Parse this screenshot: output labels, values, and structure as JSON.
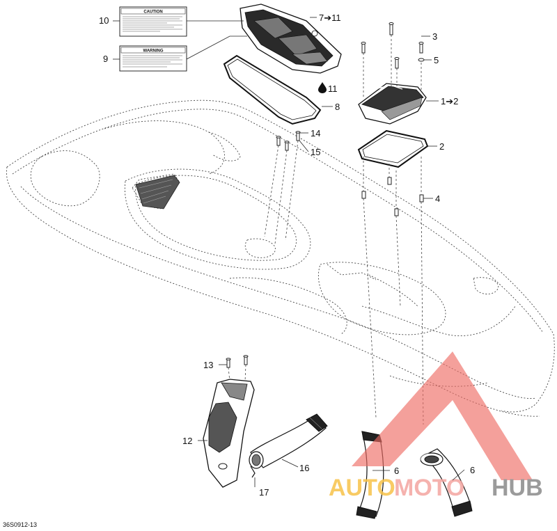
{
  "diagram": {
    "drawing_code": "36S0912-13",
    "callouts": [
      {
        "id": "c10",
        "text": "10"
      },
      {
        "id": "c9",
        "text": "9"
      },
      {
        "id": "c7",
        "text": "7➔11"
      },
      {
        "id": "c11",
        "text": "11"
      },
      {
        "id": "c8",
        "text": "8"
      },
      {
        "id": "c3",
        "text": "3"
      },
      {
        "id": "c5",
        "text": "5"
      },
      {
        "id": "c1",
        "text": "1➔2"
      },
      {
        "id": "c2",
        "text": "2"
      },
      {
        "id": "c4",
        "text": "4"
      },
      {
        "id": "c14",
        "text": "14"
      },
      {
        "id": "c15",
        "text": "15"
      },
      {
        "id": "c13",
        "text": "13"
      },
      {
        "id": "c12",
        "text": "12"
      },
      {
        "id": "c16",
        "text": "16"
      },
      {
        "id": "c17",
        "text": "17"
      },
      {
        "id": "c6a",
        "text": "6"
      },
      {
        "id": "c6b",
        "text": "6"
      }
    ],
    "caution_label": {
      "title": "CAUTION"
    },
    "warning_label": {
      "title": "WARNING"
    }
  },
  "watermark": {
    "part1": "AUTO",
    "part2": "MOTO",
    "part3": "HUB",
    "color_auto": "#f7c34a",
    "color_moto": "#f4a5a0",
    "color_hub": "#8a8a8a",
    "triangle_color": "#ee6b63"
  }
}
